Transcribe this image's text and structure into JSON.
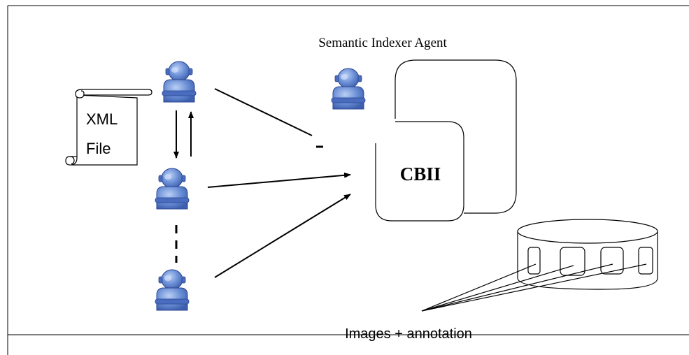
{
  "diagram": {
    "title": "Semantic Indexer Agent",
    "cbii_label": "CBII",
    "xml_file": {
      "line1": "XML",
      "line2": "File"
    },
    "images_label": "Images + annotation"
  },
  "colors": {
    "agent_body": "#5a7fcf",
    "agent_highlight": "#a9c2f2",
    "agent_outline": "#2b4690",
    "stroke": "#000000",
    "background": "#ffffff"
  },
  "icons": {
    "agent": "user-agent-icon",
    "document": "scroll-document-icon",
    "database": "database-cylinder-icon"
  }
}
